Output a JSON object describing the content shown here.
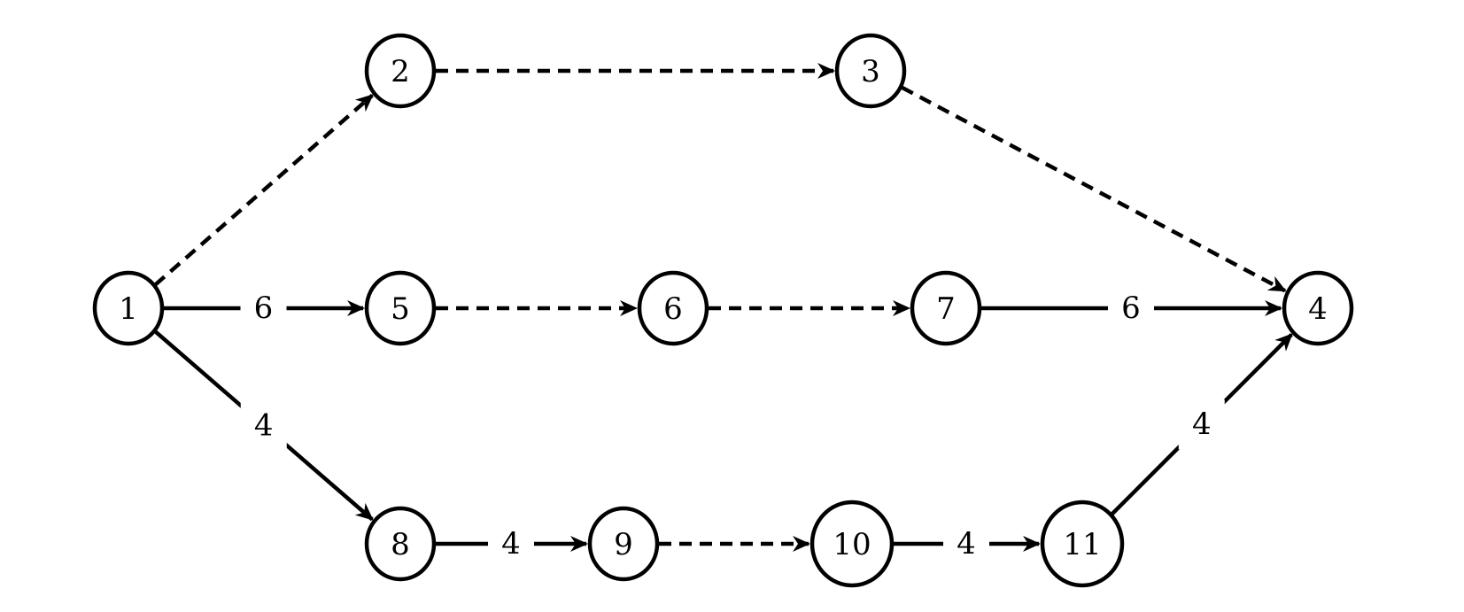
{
  "diagram": {
    "type": "directed-graph",
    "colors": {
      "stroke": "#000000",
      "background": "#ffffff"
    },
    "nodes": [
      {
        "id": "1",
        "label": "1"
      },
      {
        "id": "2",
        "label": "2"
      },
      {
        "id": "3",
        "label": "3"
      },
      {
        "id": "4",
        "label": "4"
      },
      {
        "id": "5",
        "label": "5"
      },
      {
        "id": "6",
        "label": "6"
      },
      {
        "id": "7",
        "label": "7"
      },
      {
        "id": "8",
        "label": "8"
      },
      {
        "id": "9",
        "label": "9"
      },
      {
        "id": "10",
        "label": "10"
      },
      {
        "id": "11",
        "label": "11"
      }
    ],
    "edges": [
      {
        "from": "1",
        "to": "2",
        "style": "dashed",
        "label": ""
      },
      {
        "from": "2",
        "to": "3",
        "style": "dashed",
        "label": ""
      },
      {
        "from": "3",
        "to": "4",
        "style": "dashed",
        "label": ""
      },
      {
        "from": "1",
        "to": "5",
        "style": "solid",
        "label": "6"
      },
      {
        "from": "5",
        "to": "6",
        "style": "dashed",
        "label": ""
      },
      {
        "from": "6",
        "to": "7",
        "style": "dashed",
        "label": ""
      },
      {
        "from": "7",
        "to": "4",
        "style": "solid",
        "label": "6"
      },
      {
        "from": "1",
        "to": "8",
        "style": "solid",
        "label": "4"
      },
      {
        "from": "8",
        "to": "9",
        "style": "solid",
        "label": "4"
      },
      {
        "from": "9",
        "to": "10",
        "style": "dashed",
        "label": ""
      },
      {
        "from": "10",
        "to": "11",
        "style": "solid",
        "label": "4"
      },
      {
        "from": "11",
        "to": "4",
        "style": "solid",
        "label": "4"
      }
    ]
  }
}
